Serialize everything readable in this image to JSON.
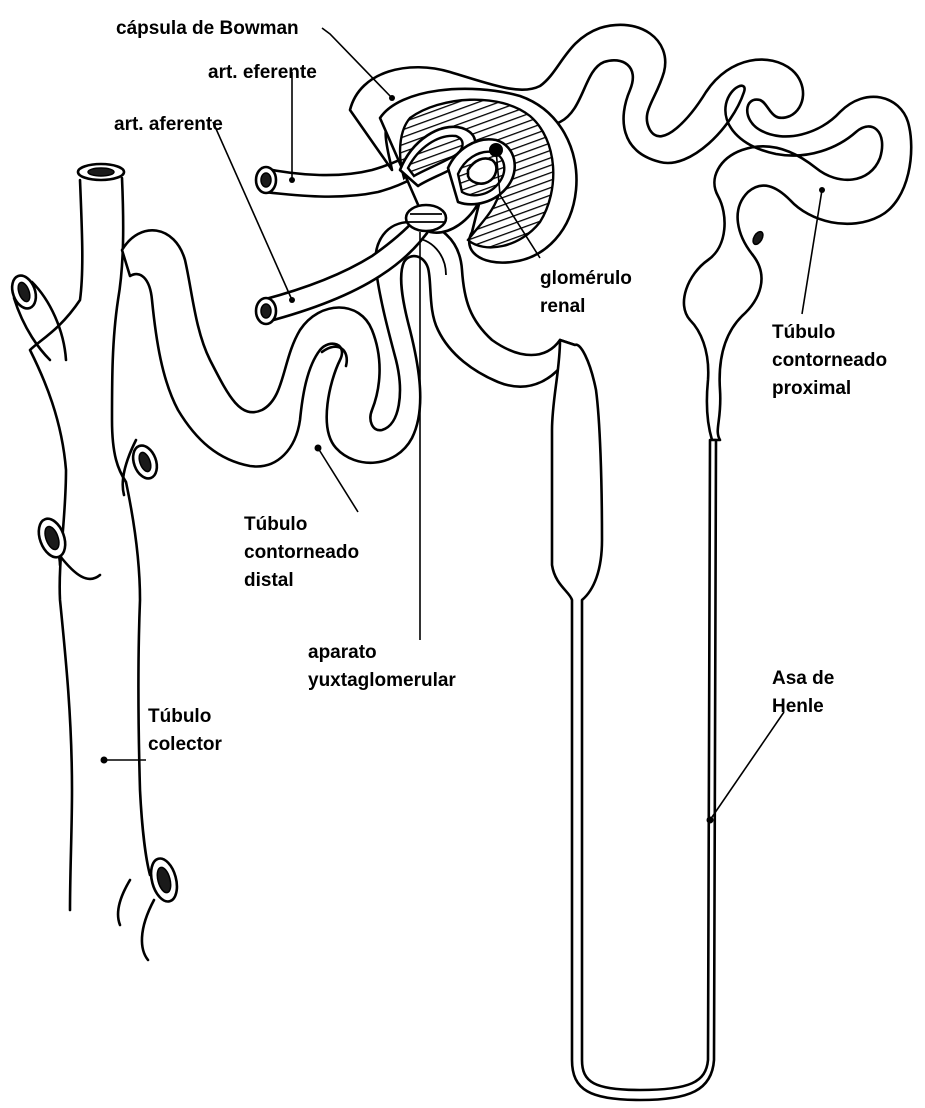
{
  "labels": {
    "bowman": "cápsula de Bowman",
    "eferente": "art. eferente",
    "aferente": "art. aferente",
    "glomerulo_1": "glomérulo",
    "glomerulo_2": "renal",
    "proximal_1": "Túbulo",
    "proximal_2": "contorneado",
    "proximal_3": "proximal",
    "distal_1": "Túbulo",
    "distal_2": "contorneado",
    "distal_3": "distal",
    "aparato_1": "aparato",
    "aparato_2": "yuxtaglomerular",
    "colector_1": "Túbulo",
    "colector_2": "colector",
    "henle_1": "Asa de",
    "henle_2": "Henle"
  },
  "colors": {
    "ink": "#000000",
    "background": "#ffffff"
  }
}
